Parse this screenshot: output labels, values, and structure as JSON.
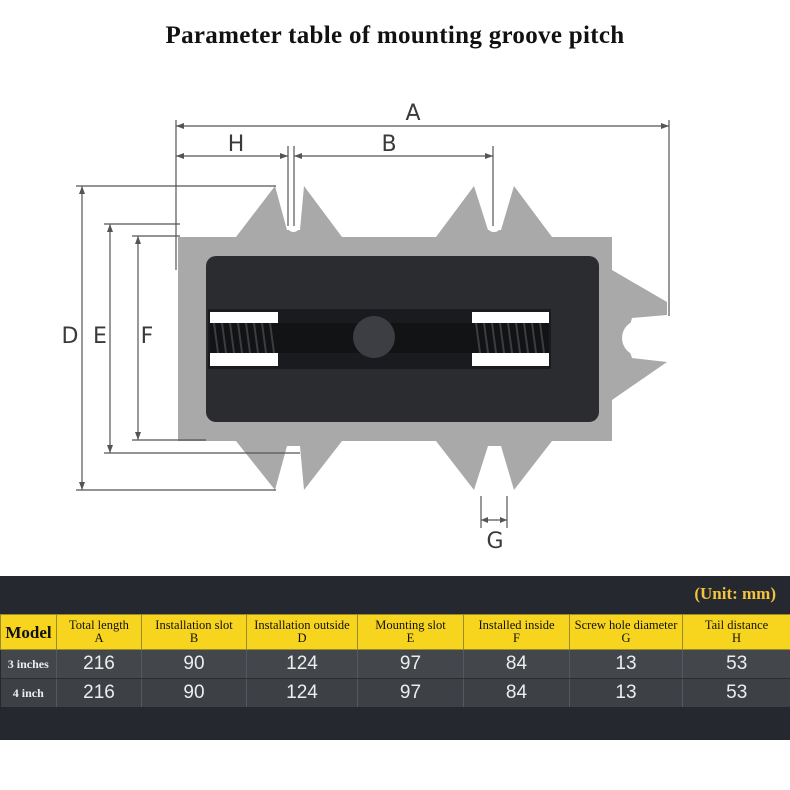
{
  "title": "Parameter table of mounting groove pitch",
  "diagram_labels": {
    "a": "A",
    "b": "B",
    "h": "H",
    "d": "D",
    "e": "E",
    "f": "F",
    "g": "G"
  },
  "unit_note": "(Unit: mm)",
  "table": {
    "model_header": "Model",
    "columns": [
      {
        "name": "Total length",
        "code": "A"
      },
      {
        "name": "Installation slot",
        "code": "B"
      },
      {
        "name": "Installation outside",
        "code": "D"
      },
      {
        "name": "Mounting slot",
        "code": "E"
      },
      {
        "name": "Installed inside",
        "code": "F"
      },
      {
        "name": "Screw hole diameter",
        "code": "G"
      },
      {
        "name": "Tail distance",
        "code": "H"
      }
    ],
    "rows": [
      {
        "model": "3 inches",
        "values": [
          "216",
          "90",
          "124",
          "97",
          "84",
          "13",
          "53"
        ]
      },
      {
        "model": "4 inch",
        "values": [
          "216",
          "90",
          "124",
          "97",
          "84",
          "13",
          "53"
        ]
      }
    ]
  },
  "colors": {
    "plate_gray": "#a9a9a9",
    "body_dark": "#2a2c30",
    "header_yellow": "#f7d51f",
    "panel_dark": "#25282e",
    "unit_gold": "#f2c33c"
  }
}
